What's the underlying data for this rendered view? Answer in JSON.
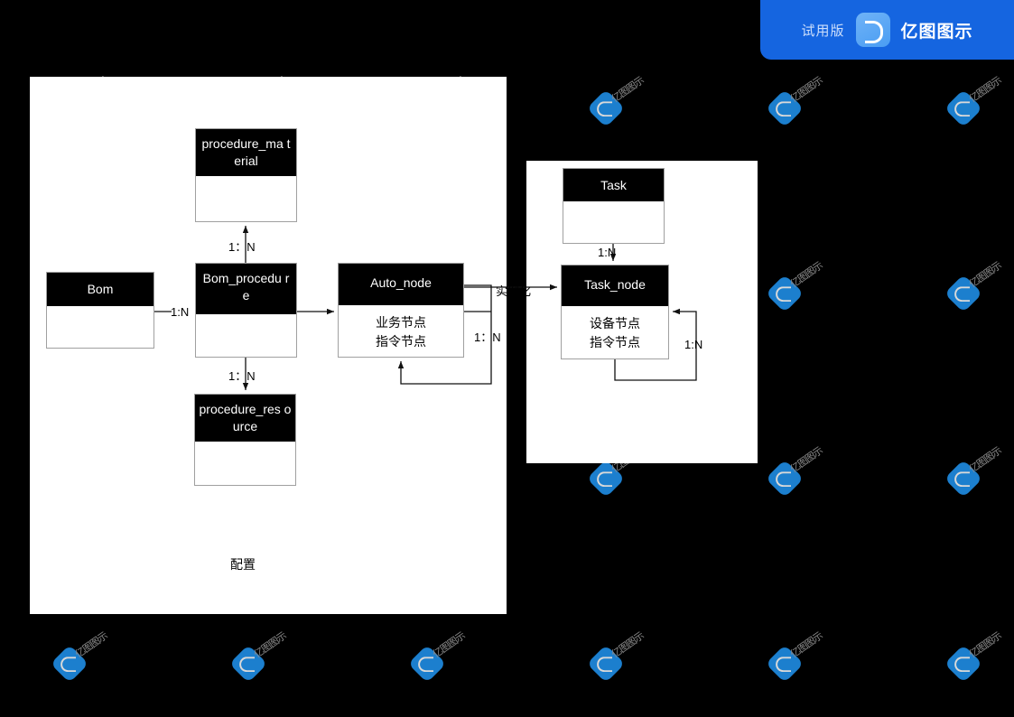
{
  "banner": {
    "trial_label": "试用版",
    "brand_name": "亿图图示",
    "logo_icon": "edraw-logo-icon",
    "background_color": "#1565e0"
  },
  "watermark": {
    "text": "亿图图示",
    "icon": "edraw-diamond-icon"
  },
  "canvas": {
    "background_color": "#000000",
    "panel_color": "#ffffff"
  },
  "diagram": {
    "type": "er-diagram",
    "left_group_label": "配置",
    "entities": [
      {
        "id": "procedure_material",
        "title": "procedure_ma\nterial",
        "body": ""
      },
      {
        "id": "bom",
        "title": "Bom",
        "body": ""
      },
      {
        "id": "bom_procedure",
        "title": "Bom_procedu\nre",
        "body": ""
      },
      {
        "id": "auto_node",
        "title": "Auto_node",
        "body": "业务节点\n指令节点"
      },
      {
        "id": "procedure_resource",
        "title": "procedure_res\nource",
        "body": ""
      },
      {
        "id": "task",
        "title": "Task",
        "body": ""
      },
      {
        "id": "task_node",
        "title": "Task_node",
        "body": "设备节点\n指令节点"
      }
    ],
    "edges": [
      {
        "from": "bom_procedure",
        "to": "procedure_material",
        "label": "1：N"
      },
      {
        "from": "bom_procedure",
        "to": "procedure_resource",
        "label": "1：N"
      },
      {
        "from": "bom",
        "to": "bom_procedure",
        "label": "1:N"
      },
      {
        "from": "bom_procedure",
        "to": "auto_node",
        "label": ""
      },
      {
        "from": "auto_node",
        "to": "auto_node",
        "label": "1：N"
      },
      {
        "from": "auto_node",
        "to": "task_node",
        "label": "实例化"
      },
      {
        "from": "task",
        "to": "task_node",
        "label": "1:N"
      },
      {
        "from": "task_node",
        "to": "task_node",
        "label": "1:N"
      }
    ]
  }
}
